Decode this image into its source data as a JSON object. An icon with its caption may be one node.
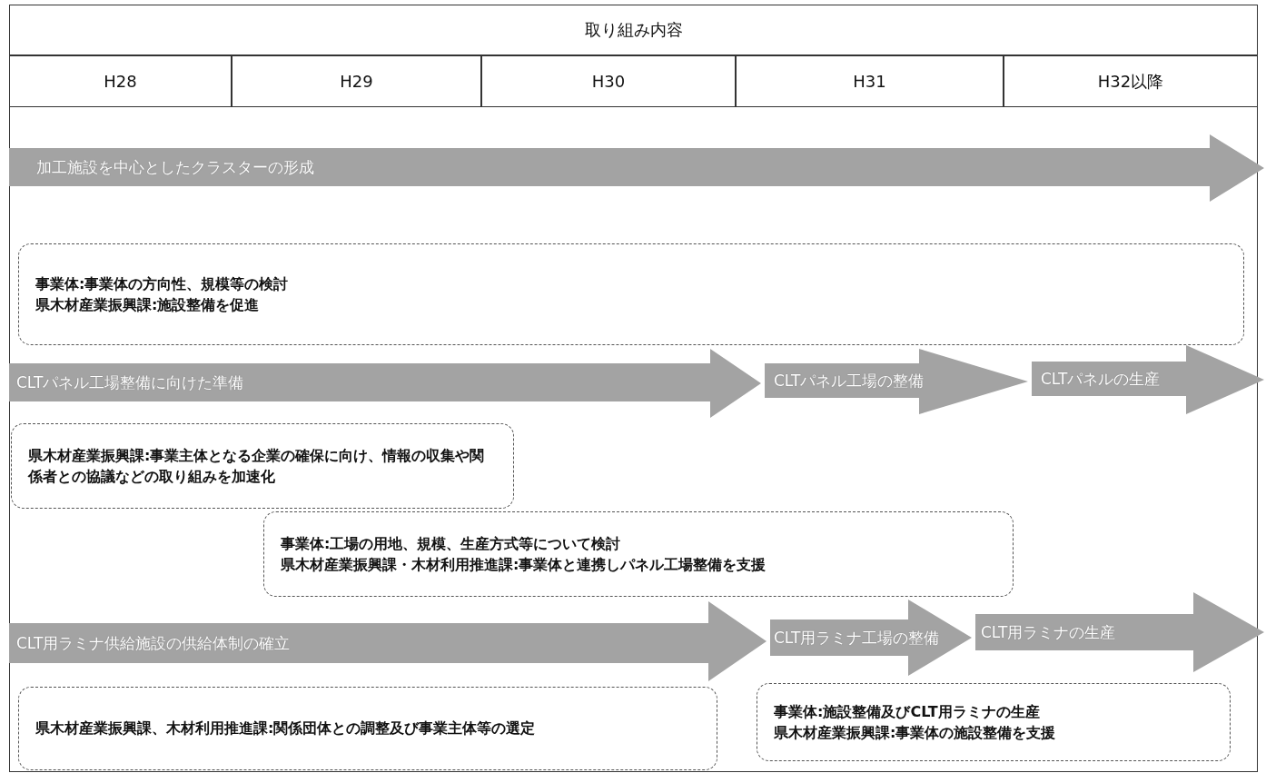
{
  "diagram": {
    "nodes": [
      {
        "text": [
          "取り組み内容"
        ]
      },
      {
        "text": [
          "H28"
        ]
      },
      {
        "text": [
          "H29"
        ]
      },
      {
        "text": [
          "H30"
        ]
      },
      {
        "text": [
          "H31"
        ]
      },
      {
        "text": [
          "H32以降"
        ]
      },
      {
        "text": [
          "加工施設を中心としたクラスターの形成"
        ]
      },
      {
        "text": [
          "事業体:事業体の方向性、規模等の検討",
          "県木材産業振興課:施設整備を促進"
        ]
      },
      {
        "text": [
          "CLTパネル工場整備に向けた準備"
        ]
      },
      {
        "text": [
          "CLTパネル工場の整備"
        ]
      },
      {
        "text": [
          "CLTパネルの生産"
        ]
      },
      {
        "text": [
          "県木材産業振興課:事業主体となる企業の確保に向け、情報の収集や関係者との協議などの取り組みを加速化"
        ]
      },
      {
        "text": [
          "事業体:工場の用地、規模、生産方式等について検討",
          "県木材産業振興課・木材利用推進課:事業体と連携しパネル工場整備を支援"
        ]
      },
      {
        "text": [
          "CLT用ラミナ供給施設の供給体制の確立"
        ]
      },
      {
        "text": [
          "CLT用ラミナ工場の整備"
        ]
      },
      {
        "text": [
          "CLT用ラミナの生産"
        ]
      },
      {
        "text": [
          "県木材産業振興課、木材利用推進課:関係団体との調整及び事業主体等の選定"
        ]
      },
      {
        "text": [
          "事業体:施設整備及びCLT用ラミナの生産",
          "県木材産業振興課:事業体の施設整備を支援"
        ]
      }
    ]
  }
}
